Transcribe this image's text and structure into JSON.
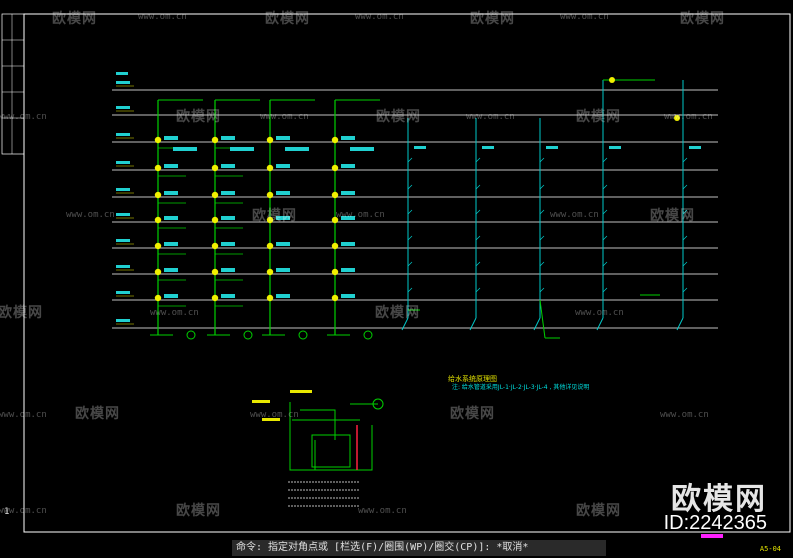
{
  "watermarks": {
    "brand": "欧模网",
    "url": "www.om.cn",
    "big_brand": "欧模网",
    "id_text": "ID:2242365"
  },
  "command_line": "命令: 指定对角点或 [栏选(F)/圈围(WP)/圈交(CP)]: *取消*",
  "corner_label": "A5-04",
  "left_number": "1",
  "drawing": {
    "legend_title": "给水系统原理图",
    "legend_note": "注: 给水管道采用JL-1·JL-2·JL-3·JL-4 , 其他详见说明",
    "colors": {
      "frame": "#ffffff",
      "floor_line": "#ffffff",
      "pipe_green": "#00d000",
      "pipe_cyan": "#00c8c8",
      "marker_yellow": "#f0f000",
      "label_cyan": "#20d0d0",
      "text_yellow": "#e8e800",
      "tank_red": "#ff2040"
    }
  }
}
